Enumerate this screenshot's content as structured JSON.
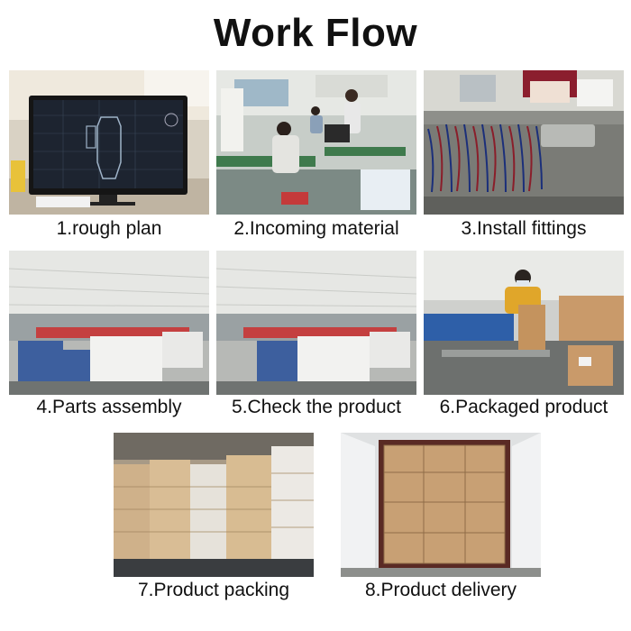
{
  "title": "Work Flow",
  "steps": [
    {
      "label": "1.rough plan",
      "scene": "computer-cad-monitor"
    },
    {
      "label": "2.Incoming material",
      "scene": "workers-at-tables"
    },
    {
      "label": "3.Install fittings",
      "scene": "wire-harnesses"
    },
    {
      "label": "4.Parts assembly",
      "scene": "factory-floor"
    },
    {
      "label": "5.Check the product",
      "scene": "factory-floor"
    },
    {
      "label": "6.Packaged product",
      "scene": "worker-packing-box"
    },
    {
      "label": "7.Product packing",
      "scene": "stacked-cartons"
    },
    {
      "label": "8.Product delivery",
      "scene": "loaded-container"
    }
  ]
}
